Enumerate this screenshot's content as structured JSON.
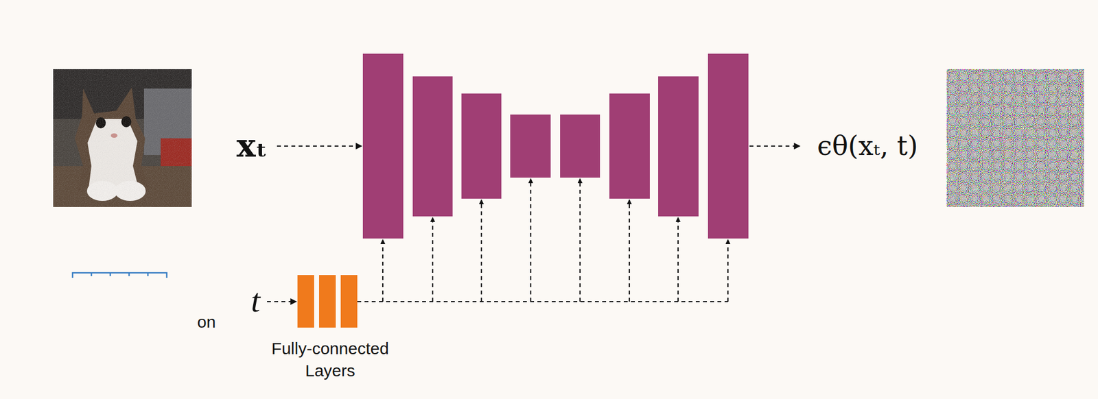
{
  "diagram": {
    "nodes": [
      {
        "text": [
          "Fully-connected Layers"
        ]
      }
    ],
    "labels": [
      "xₜ",
      "ϵθ(xₜ, t)",
      "on",
      "t"
    ]
  }
}
